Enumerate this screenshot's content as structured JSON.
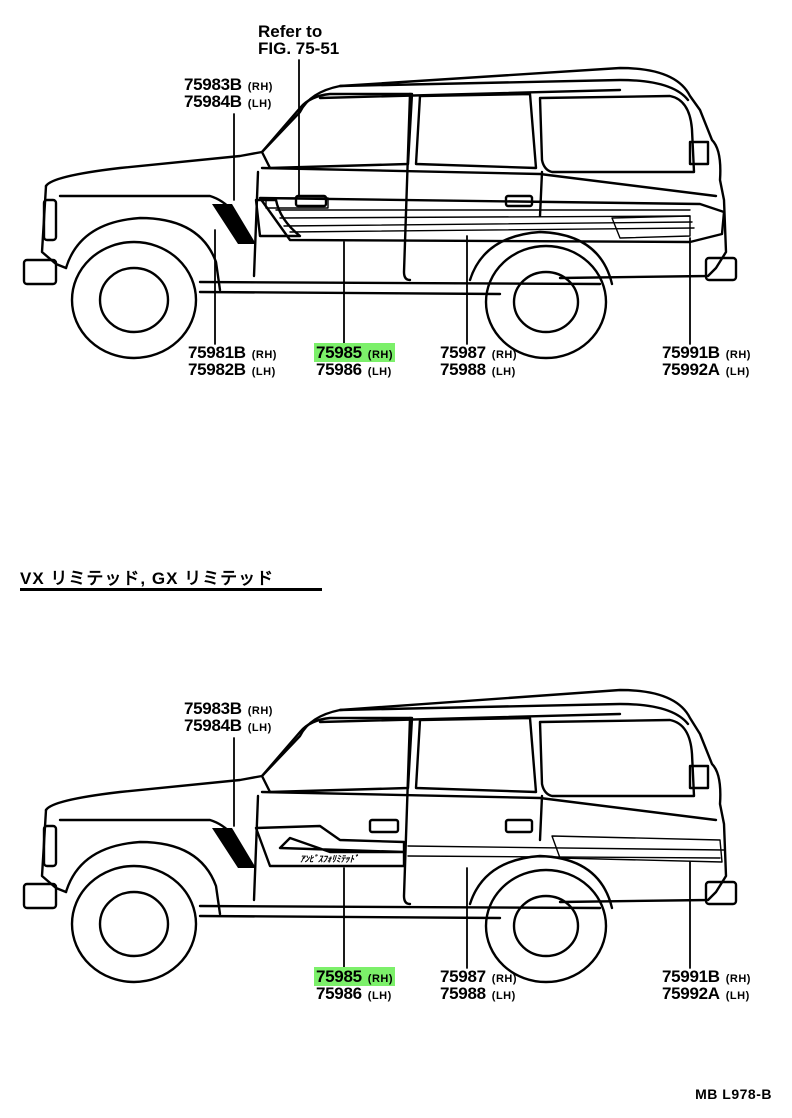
{
  "diagrams": [
    {
      "refer_note": [
        "Refer to",
        "FIG. 75-51"
      ],
      "parts": [
        {
          "id": "tl",
          "rows": [
            {
              "num": "75983B",
              "side": "(RH)"
            },
            {
              "num": "75984B",
              "side": "(LH)"
            }
          ]
        },
        {
          "id": "bl",
          "rows": [
            {
              "num": "75981B",
              "side": "(RH)"
            },
            {
              "num": "75982B",
              "side": "(LH)"
            }
          ]
        },
        {
          "id": "bc",
          "rows": [
            {
              "num": "75985",
              "side": "(RH)"
            },
            {
              "num": "75986",
              "side": "(LH)"
            }
          ],
          "highlight": true
        },
        {
          "id": "bm",
          "rows": [
            {
              "num": "75987",
              "side": "(RH)"
            },
            {
              "num": "75988",
              "side": "(LH)"
            }
          ]
        },
        {
          "id": "br",
          "rows": [
            {
              "num": "75991B",
              "side": "(RH)"
            },
            {
              "num": "75992A",
              "side": "(LH)"
            }
          ]
        }
      ]
    },
    {
      "section_title": "VX リミテッド, GX リミテッド",
      "decal_text": "ｱﾝﾋﾞｽﾌｫﾘﾐﾃｯﾄﾞ",
      "parts": [
        {
          "id": "tl",
          "rows": [
            {
              "num": "75983B",
              "side": "(RH)"
            },
            {
              "num": "75984B",
              "side": "(LH)"
            }
          ]
        },
        {
          "id": "bc",
          "rows": [
            {
              "num": "75985",
              "side": "(RH)"
            },
            {
              "num": "75986",
              "side": "(LH)"
            }
          ],
          "highlight": true
        },
        {
          "id": "bm",
          "rows": [
            {
              "num": "75987",
              "side": "(RH)"
            },
            {
              "num": "75988",
              "side": "(LH)"
            }
          ]
        },
        {
          "id": "br",
          "rows": [
            {
              "num": "75991B",
              "side": "(RH)"
            },
            {
              "num": "75992A",
              "side": "(LH)"
            }
          ]
        }
      ]
    }
  ],
  "figure_code": "MB L978-B",
  "highlight_color": "#7CF06A"
}
